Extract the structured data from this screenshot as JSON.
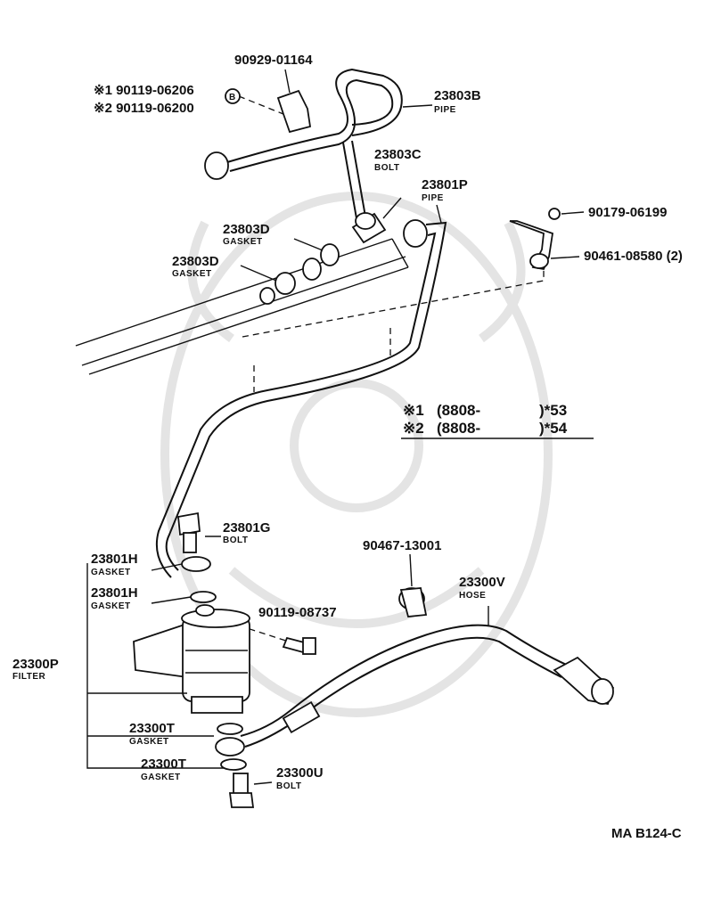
{
  "labels": {
    "clip_top": "90929-01164",
    "bolt_alt1": "※1 90119-06206",
    "bolt_alt2": "※2 90119-06200",
    "circle_b": "B",
    "pipe_b_num": "23803B",
    "pipe_b_name": "PIPE",
    "bolt_c_num": "23803C",
    "bolt_c_name": "BOLT",
    "pipe_p_num": "23801P",
    "pipe_p_name": "PIPE",
    "gasket_d1_num": "23803D",
    "gasket_d1_name": "GASKET",
    "gasket_d2_num": "23803D",
    "gasket_d2_name": "GASKET",
    "clip_r1": "90179-06199",
    "clip_r2": "90461-08580 (2)",
    "note_1_mark": "※1",
    "note_1_text": "(8808-",
    "note_1_end": ")*53",
    "note_2_mark": "※2",
    "note_2_text": "(8808-",
    "note_2_end": ")*54",
    "bolt_g_num": "23801G",
    "bolt_g_name": "BOLT",
    "clamp_num": "90467-13001",
    "hose_num": "23300V",
    "hose_name": "HOSE",
    "gasket_h1_num": "23801H",
    "gasket_h1_name": "GASKET",
    "gasket_h2_num": "23801H",
    "gasket_h2_name": "GASKET",
    "bolt_mount_num": "90119-08737",
    "filter_num": "23300P",
    "filter_name": "FILTER",
    "gasket_t1_num": "23300T",
    "gasket_t1_name": "GASKET",
    "gasket_t2_num": "23300T",
    "gasket_t2_name": "GASKET",
    "bolt_u_num": "23300U",
    "bolt_u_name": "BOLT",
    "ref_code": "MA B124-C"
  }
}
